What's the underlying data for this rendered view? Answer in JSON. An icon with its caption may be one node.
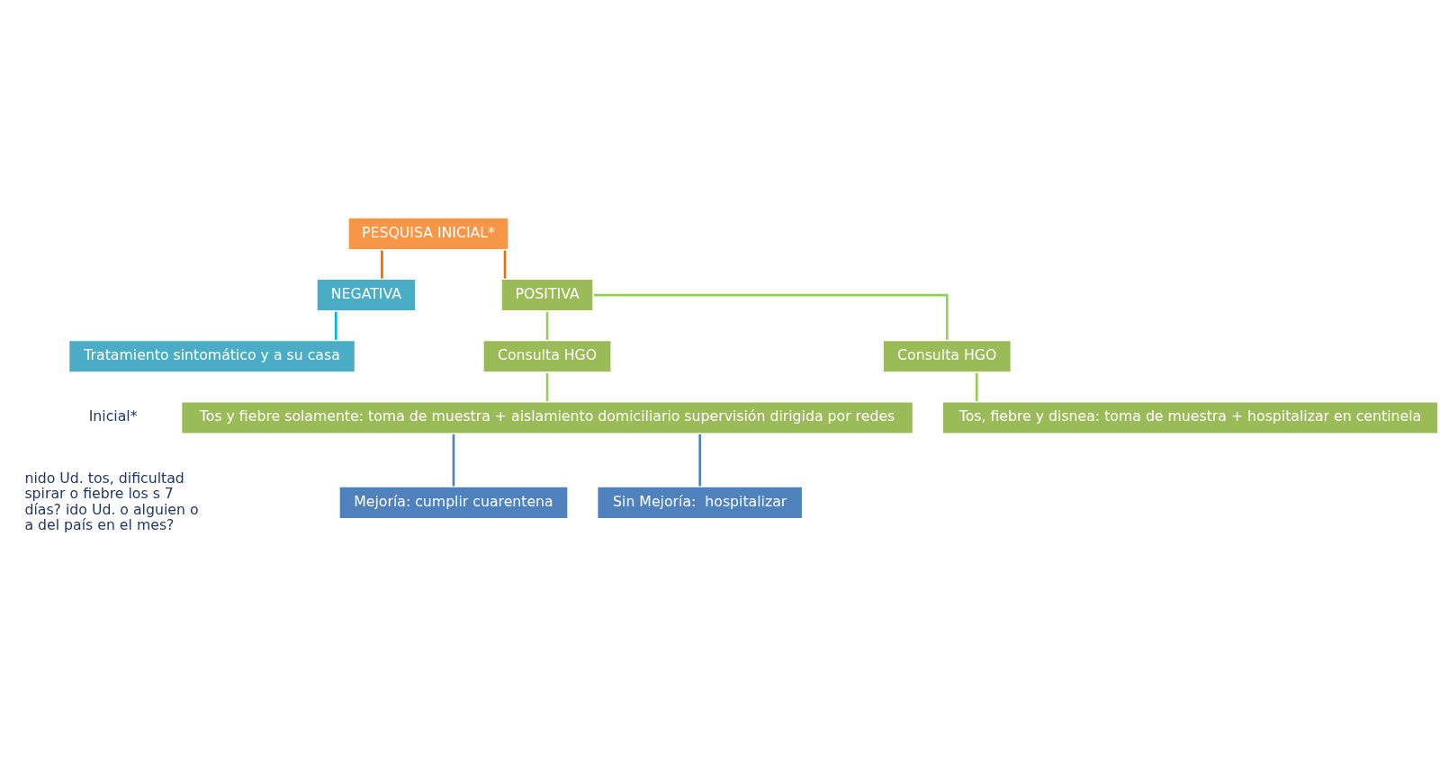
{
  "diagram": {
    "nodes": [
      {
        "text": [
          "PESQUISA INICIAL*"
        ]
      },
      {
        "text": [
          "NEGATIVA"
        ]
      },
      {
        "text": [
          "POSITIVA"
        ]
      },
      {
        "text": [
          "Tratamiento sintomático y a su casa"
        ]
      },
      {
        "text": [
          "Consulta HGO"
        ]
      },
      {
        "text": [
          "Consulta HGO"
        ]
      },
      {
        "text": [
          "Tos y fiebre solamente: toma de muestra + aislamiento domiciliario supervisión dirigida por redes"
        ]
      },
      {
        "text": [
          "Tos, fiebre y disnea: toma de muestra + hospitalizar en centinela"
        ]
      },
      {
        "text": [
          "Mejoría: cumplir cuarentena"
        ]
      },
      {
        "text": [
          "Sin Mejoría:  hospitalizar"
        ]
      }
    ],
    "edges": [
      {
        "from": 0,
        "to": 1,
        "arrow": "none",
        "color": "#e46c0a"
      },
      {
        "from": 0,
        "to": 2,
        "arrow": "none",
        "color": "#e46c0a"
      },
      {
        "from": 1,
        "to": 3,
        "arrow": "none",
        "color": "#00b0f0"
      },
      {
        "from": 2,
        "to": 4,
        "arrow": "none"
      },
      {
        "from": 2,
        "to": 5,
        "arrow": "none"
      },
      {
        "from": 4,
        "to": 6,
        "arrow": "none"
      },
      {
        "from": 5,
        "to": 7,
        "arrow": "none"
      },
      {
        "from": 6,
        "to": 8,
        "arrow": "none",
        "color": "#4f81bd"
      },
      {
        "from": 6,
        "to": 9,
        "arrow": "none",
        "color": "#4f81bd"
      }
    ],
    "labels": [
      "Inicial*",
      "nido Ud. tos, dificultad spirar o fiebre los s 7 días? ido Ud. o alguien o a del país en el mes?"
    ]
  }
}
